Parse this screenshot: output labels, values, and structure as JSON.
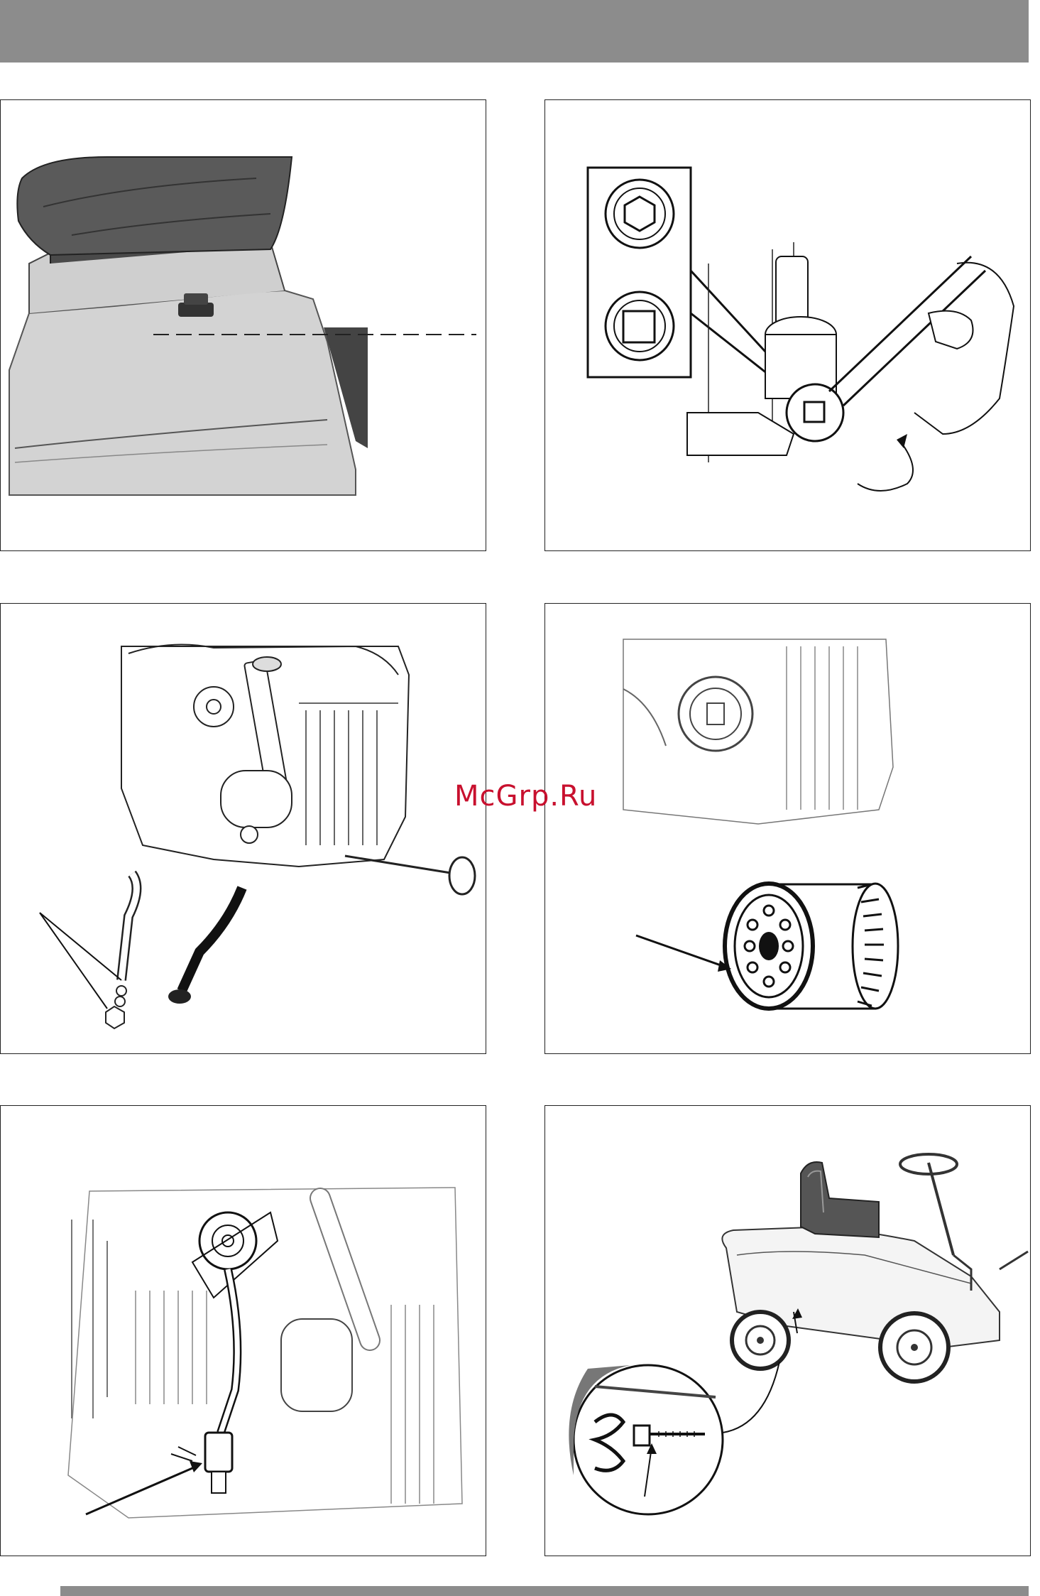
{
  "watermark": "McGrp.Ru",
  "panels": [
    {
      "name": "seat-oil-level-figure"
    },
    {
      "name": "drain-plug-wrench-figure"
    },
    {
      "name": "engine-dipstick-tube-figure"
    },
    {
      "name": "oil-filter-figure"
    },
    {
      "name": "fuel-filter-figure"
    },
    {
      "name": "mower-spring-adjust-figure"
    }
  ],
  "colors": {
    "bars": "#8c8c8c",
    "watermark": "#c8102e",
    "line": "#222222"
  }
}
